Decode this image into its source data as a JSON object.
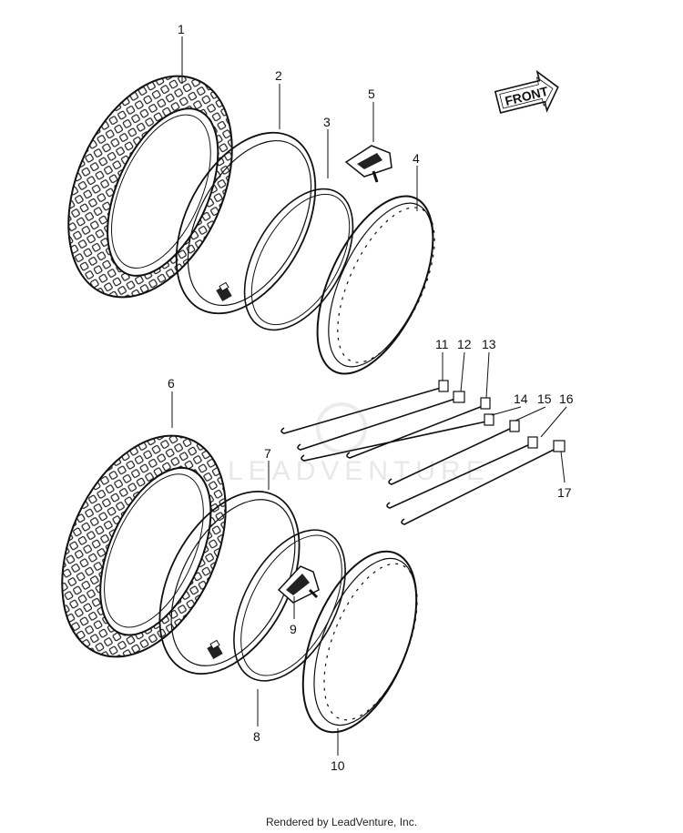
{
  "watermark": "LEADVENTURE",
  "front_arrow": {
    "label": "FRONT"
  },
  "callouts": [
    {
      "id": "1",
      "label": "1"
    },
    {
      "id": "2",
      "label": "2"
    },
    {
      "id": "3",
      "label": "3"
    },
    {
      "id": "4",
      "label": "4"
    },
    {
      "id": "5",
      "label": "5"
    },
    {
      "id": "6",
      "label": "6"
    },
    {
      "id": "7",
      "label": "7"
    },
    {
      "id": "8",
      "label": "8"
    },
    {
      "id": "9",
      "label": "9"
    },
    {
      "id": "10",
      "label": "10"
    },
    {
      "id": "11",
      "label": "11"
    },
    {
      "id": "12",
      "label": "12"
    },
    {
      "id": "13",
      "label": "13"
    },
    {
      "id": "14",
      "label": "14"
    },
    {
      "id": "15",
      "label": "15"
    },
    {
      "id": "16",
      "label": "16"
    },
    {
      "id": "17",
      "label": "17"
    }
  ],
  "footer": {
    "text": "Rendered by LeadVenture, Inc."
  }
}
